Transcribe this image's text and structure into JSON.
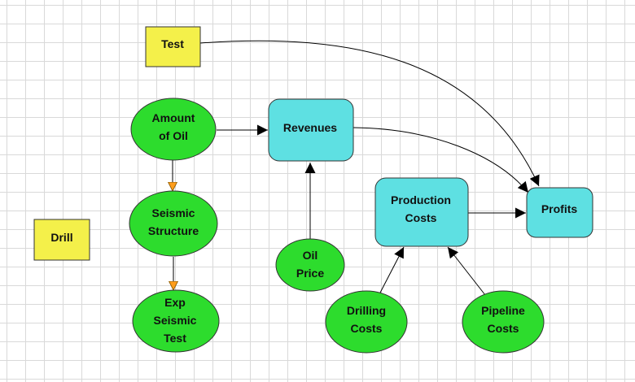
{
  "colors": {
    "decision": "#f4f04a",
    "chance": "#2ddc2d",
    "deterministic": "#5ee0e2",
    "influence_arrow": "#ff9d1c",
    "arrow": "#000000",
    "node_outline": "#333333"
  },
  "nodes": {
    "test": {
      "label": [
        "Test"
      ],
      "shape": "rectangle"
    },
    "drill": {
      "label": [
        "Drill"
      ],
      "shape": "rectangle"
    },
    "amount": {
      "label": [
        "Amount",
        "of Oil"
      ],
      "shape": "ellipse"
    },
    "seismic": {
      "label": [
        "Seismic",
        "Structure"
      ],
      "shape": "ellipse"
    },
    "exp": {
      "label": [
        "Exp",
        "Seismic",
        "Test"
      ],
      "shape": "ellipse"
    },
    "revenues": {
      "label": [
        "Revenues"
      ],
      "shape": "rounded-rectangle"
    },
    "oil_price": {
      "label": [
        "Oil",
        "Price"
      ],
      "shape": "ellipse"
    },
    "production": {
      "label": [
        "Production",
        "Costs"
      ],
      "shape": "rounded-rectangle"
    },
    "profits": {
      "label": [
        "Profits"
      ],
      "shape": "rounded-rectangle"
    },
    "drilling": {
      "label": [
        "Drilling",
        "Costs"
      ],
      "shape": "ellipse"
    },
    "pipeline": {
      "label": [
        "Pipeline",
        "Costs"
      ],
      "shape": "ellipse"
    }
  },
  "edges": [
    {
      "from": "test",
      "to": "profits",
      "style": "dependency"
    },
    {
      "from": "amount",
      "to": "revenues",
      "style": "dependency"
    },
    {
      "from": "revenues",
      "to": "profits",
      "style": "dependency"
    },
    {
      "from": "oil_price",
      "to": "revenues",
      "style": "dependency"
    },
    {
      "from": "production",
      "to": "profits",
      "style": "dependency"
    },
    {
      "from": "drilling",
      "to": "production",
      "style": "dependency"
    },
    {
      "from": "pipeline",
      "to": "production",
      "style": "dependency"
    },
    {
      "from": "amount",
      "to": "seismic",
      "style": "influence"
    },
    {
      "from": "seismic",
      "to": "exp",
      "style": "influence"
    }
  ]
}
